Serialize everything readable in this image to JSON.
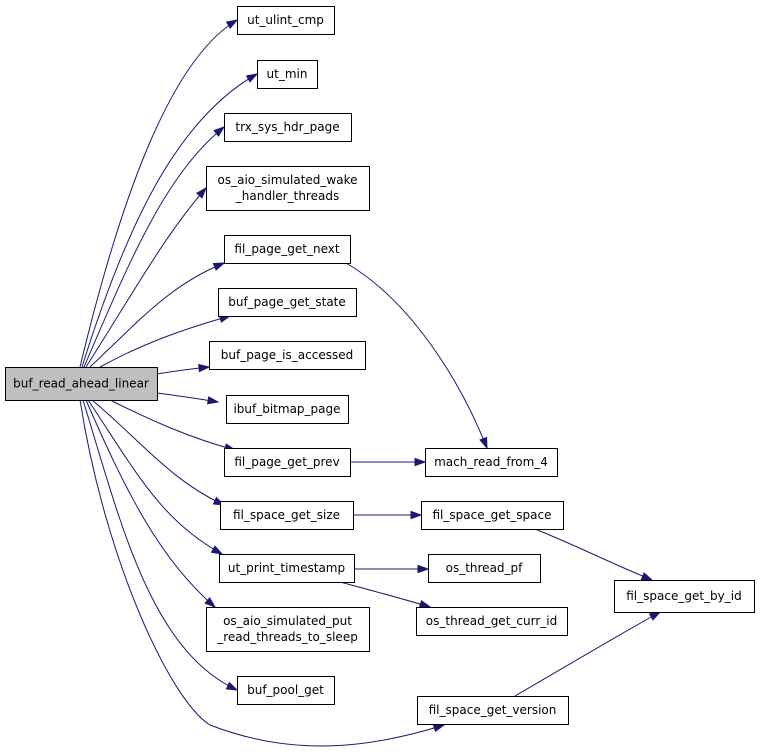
{
  "graph": {
    "edge_color": "#191970",
    "root_fill": "#bfbfbf",
    "nodes": [
      {
        "id": "root",
        "lines": [
          "buf_read_ahead_linear"
        ],
        "root": true
      },
      {
        "id": "n1",
        "lines": [
          "ut_ulint_cmp"
        ]
      },
      {
        "id": "n2",
        "lines": [
          "ut_min"
        ]
      },
      {
        "id": "n3",
        "lines": [
          "trx_sys_hdr_page"
        ]
      },
      {
        "id": "n4",
        "lines": [
          "os_aio_simulated_wake",
          "_handler_threads"
        ]
      },
      {
        "id": "n5",
        "lines": [
          "fil_page_get_next"
        ]
      },
      {
        "id": "n6",
        "lines": [
          "buf_page_get_state"
        ]
      },
      {
        "id": "n7",
        "lines": [
          "buf_page_is_accessed"
        ]
      },
      {
        "id": "n8",
        "lines": [
          "ibuf_bitmap_page"
        ]
      },
      {
        "id": "n9",
        "lines": [
          "fil_page_get_prev"
        ]
      },
      {
        "id": "n10",
        "lines": [
          "fil_space_get_size"
        ]
      },
      {
        "id": "n11",
        "lines": [
          "ut_print_timestamp"
        ]
      },
      {
        "id": "n12",
        "lines": [
          "os_aio_simulated_put",
          "_read_threads_to_sleep"
        ]
      },
      {
        "id": "n13",
        "lines": [
          "buf_pool_get"
        ]
      },
      {
        "id": "n14",
        "lines": [
          "mach_read_from_4"
        ]
      },
      {
        "id": "n15",
        "lines": [
          "fil_space_get_space"
        ]
      },
      {
        "id": "n16",
        "lines": [
          "os_thread_pf"
        ]
      },
      {
        "id": "n17",
        "lines": [
          "os_thread_get_curr_id"
        ]
      },
      {
        "id": "n18",
        "lines": [
          "fil_space_get_version"
        ]
      },
      {
        "id": "n19",
        "lines": [
          "fil_space_get_by_id"
        ]
      }
    ],
    "edges": [
      [
        "root",
        "n1"
      ],
      [
        "root",
        "n2"
      ],
      [
        "root",
        "n3"
      ],
      [
        "root",
        "n4"
      ],
      [
        "root",
        "n5"
      ],
      [
        "root",
        "n6"
      ],
      [
        "root",
        "n7"
      ],
      [
        "root",
        "n8"
      ],
      [
        "root",
        "n9"
      ],
      [
        "root",
        "n10"
      ],
      [
        "root",
        "n11"
      ],
      [
        "root",
        "n12"
      ],
      [
        "root",
        "n13"
      ],
      [
        "root",
        "n18"
      ],
      [
        "n5",
        "n14"
      ],
      [
        "n9",
        "n14"
      ],
      [
        "n10",
        "n15"
      ],
      [
        "n15",
        "n19"
      ],
      [
        "n11",
        "n16"
      ],
      [
        "n11",
        "n17"
      ],
      [
        "n18",
        "n19"
      ]
    ]
  }
}
